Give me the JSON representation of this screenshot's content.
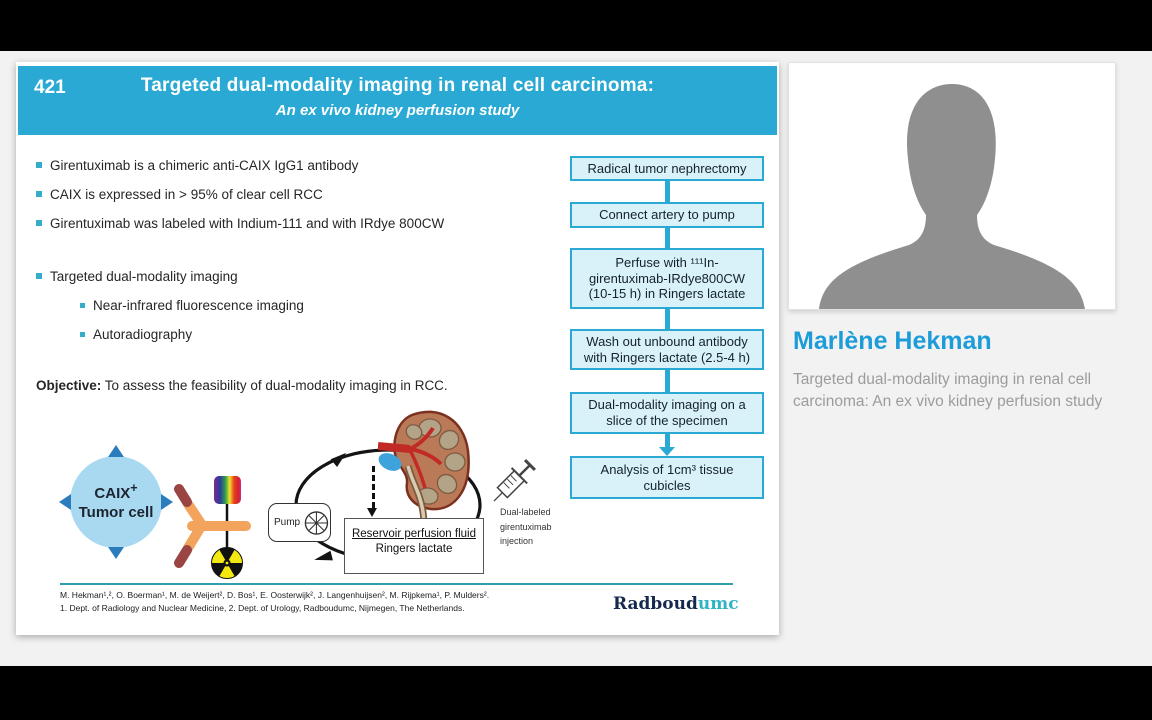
{
  "header": {
    "number": "421",
    "title": "Targeted dual-modality imaging in renal cell carcinoma:",
    "subtitle": "An ex vivo kidney perfusion study"
  },
  "bullets": {
    "group1": [
      "Girentuximab is a chimeric anti-CAIX IgG1 antibody",
      "CAIX is expressed in > 95% of clear cell RCC",
      "Girentuximab was labeled with Indium-111 and with IRdye 800CW"
    ],
    "group2_main": "Targeted dual-modality imaging",
    "group2_sub": [
      "Near-infrared fluorescence imaging",
      "Autoradiography"
    ]
  },
  "objective": {
    "label": "Objective:",
    "text": " To assess the feasibility of dual-modality imaging in RCC."
  },
  "flowchart": {
    "steps": [
      "Radical tumor nephrectomy",
      "Connect artery to pump",
      "Perfuse with ¹¹¹In-girentuximab-IRdye800CW (10-15 h) in Ringers lactate",
      "Wash out unbound antibody with Ringers lactate (2.5-4 h)",
      "Dual-modality imaging on a slice of the specimen",
      "Analysis of 1cm³ tissue cubicles"
    ]
  },
  "diagram": {
    "tumor_cell": {
      "line1": "CAIX",
      "sup": "+",
      "line2": "Tumor cell"
    },
    "pump_label": "Pump",
    "reservoir": {
      "title": "Reservoir perfusion fluid",
      "subtitle": "Ringers lactate"
    },
    "syringe_label": {
      "line1": "Dual-labeled",
      "line2": "girentuximab",
      "line3": "injection"
    }
  },
  "footer": {
    "authors": "M. Hekman¹,², O. Boerman¹, M. de Weijert², D. Bos¹, E. Oosterwijk², J. Langenhuijsen², M. Rijpkema¹, P. Mulders².",
    "affiliations": "1. Dept. of Radiology and Nuclear Medicine, 2. Dept. of Urology, Radboudumc, Nijmegen, The Netherlands.",
    "logo": {
      "part1": "Radboud",
      "part2": "umc"
    }
  },
  "profile": {
    "name": "Marlène Hekman",
    "description": "Targeted dual-modality imaging in renal cell carcinoma: An ex vivo kidney perfusion study"
  },
  "colors": {
    "accent_cyan": "#29a9d3",
    "flow_box_fill": "#d9f2fa",
    "bullet_teal": "#35adc8",
    "name_blue": "#1e9cd8",
    "divider_teal": "#2e9faf",
    "logo_navy": "#15294e",
    "logo_cyan": "#2fb4c4",
    "silhouette_gray": "#8f8f8f"
  }
}
